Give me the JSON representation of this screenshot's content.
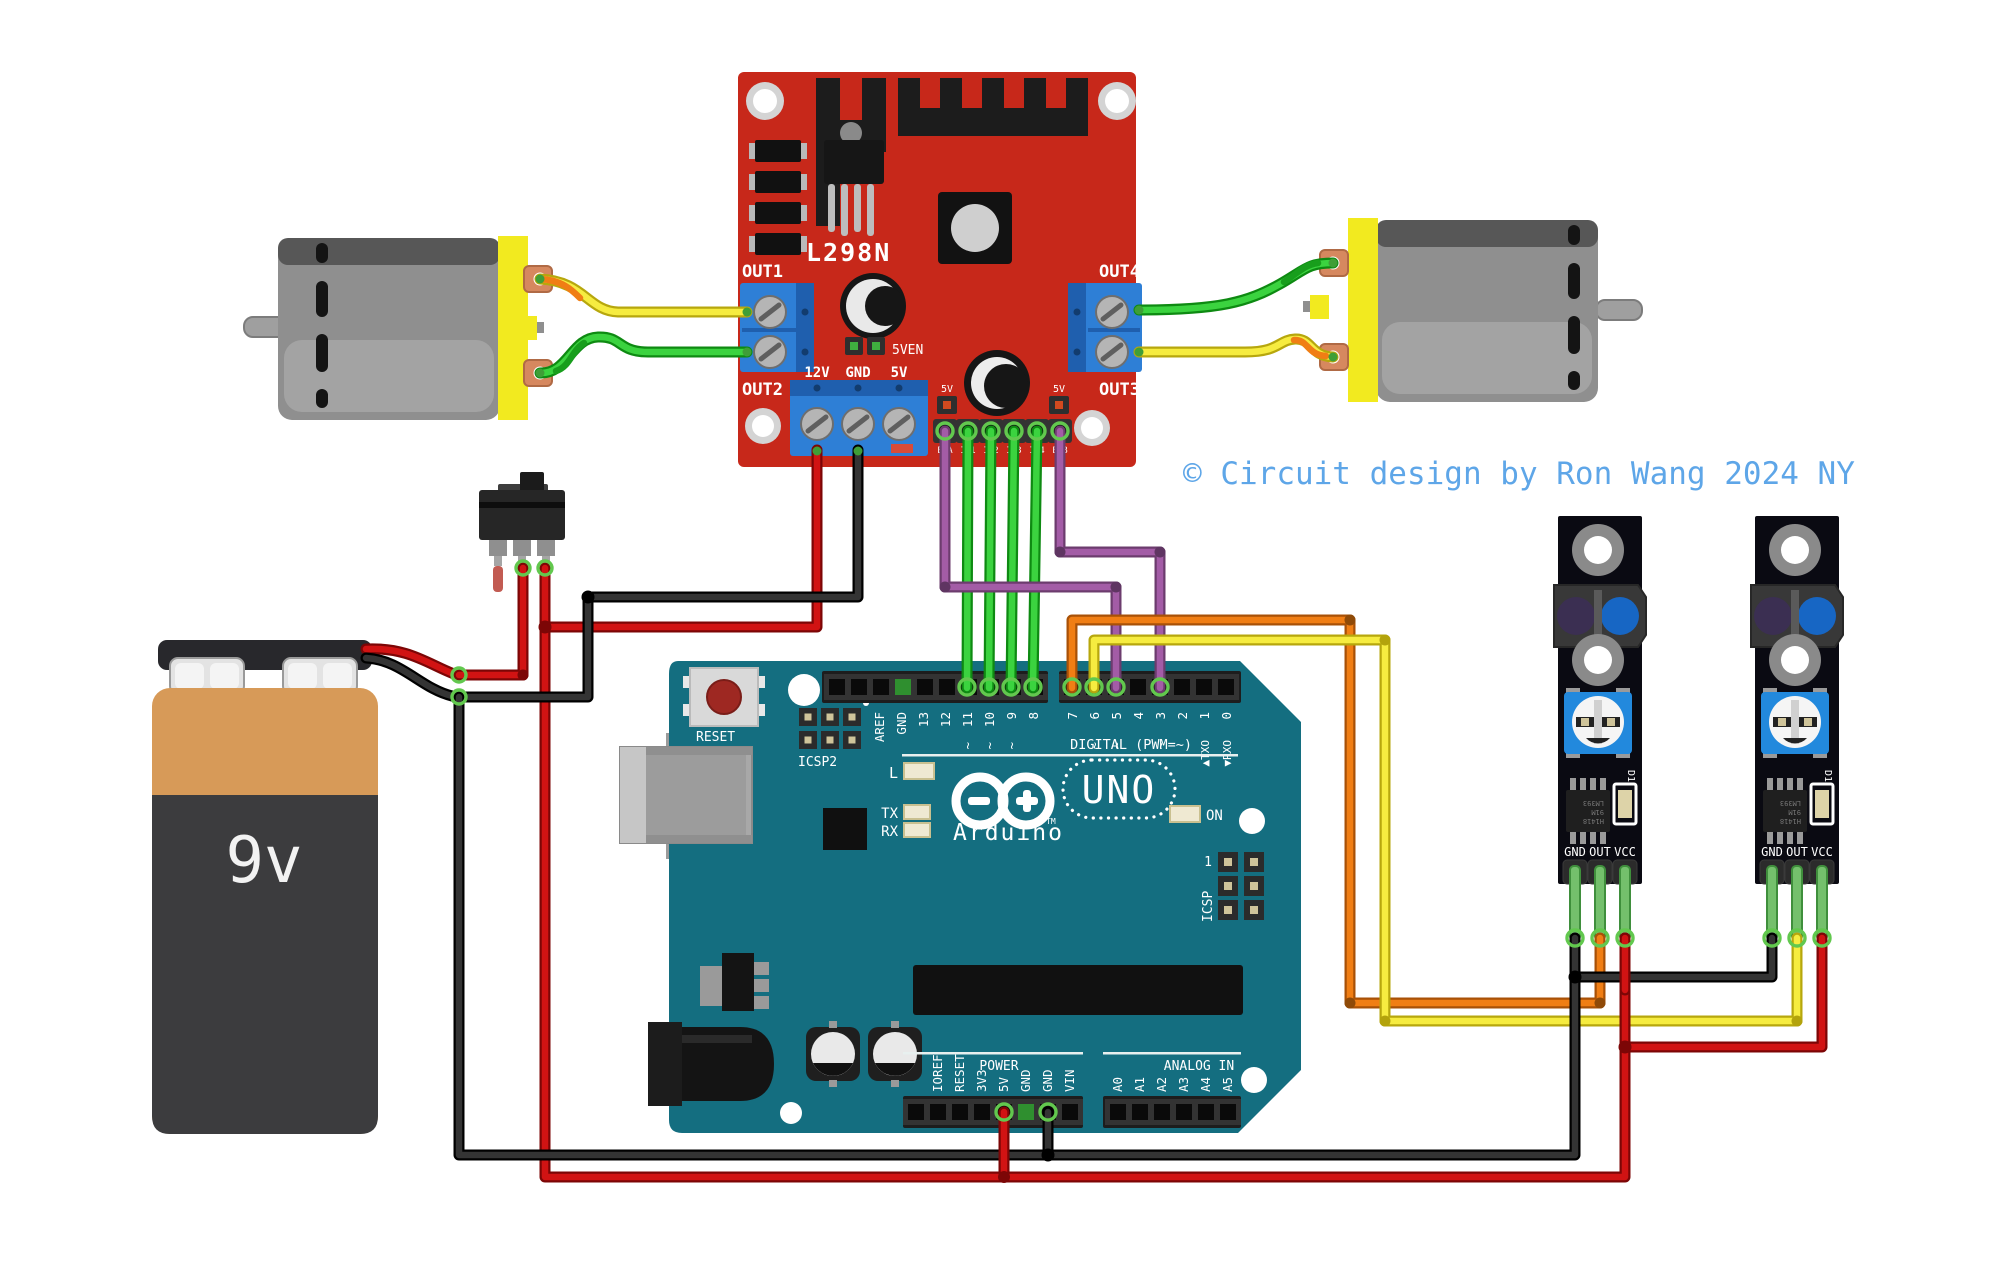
{
  "copyright": {
    "text": "© Circuit design by Ron Wang 2024 NY",
    "color": "#5ea6e8"
  },
  "l298n": {
    "label": "L298N",
    "out1": "OUT1",
    "out2": "OUT2",
    "out3": "OUT3",
    "out4": "OUT4",
    "power": [
      "12V",
      "GND",
      "5V"
    ],
    "jumper": "5VEN",
    "en5v": [
      "5V",
      "5V"
    ],
    "pins": [
      "ENA",
      "IN1",
      "IN2",
      "IN3",
      "IN4",
      "ENB"
    ]
  },
  "arduino": {
    "brand": "Arduino",
    "tm": "TM",
    "model": "UNO",
    "reset": "RESET",
    "icsp2": "ICSP2",
    "icsp": "ICSP",
    "icsp1": "1",
    "digital_label": "DIGITAL (PWM=~)",
    "power_label": "POWER",
    "analog_label": "ANALOG IN",
    "led_l": "L",
    "led_tx": "TX",
    "led_rx": "RX",
    "led_on": "ON",
    "dleft": [
      "AREF",
      "GND",
      "13",
      "12",
      "11",
      "10",
      "9",
      "8"
    ],
    "dright": [
      "7",
      "6",
      "5",
      "4",
      "3",
      "2",
      "1",
      "0"
    ],
    "pwm": "~",
    "serial": [
      "▲TXO",
      "▼RXO"
    ],
    "pleft": [
      "IOREF",
      "RESET",
      "3V3",
      "5V",
      "GND",
      "GND",
      "VIN"
    ],
    "analog": [
      "A0",
      "A1",
      "A2",
      "A3",
      "A4",
      "A5"
    ]
  },
  "battery": {
    "label": "9v"
  },
  "sensors": {
    "pins": [
      "GND",
      "OUT",
      "VCC"
    ],
    "led": "D1",
    "ic": [
      "H1418",
      "91M",
      "LM393"
    ]
  },
  "colors": {
    "arduino_teal": "#146e80",
    "pcb_red": "#c7281a",
    "terminal_blue": "#2e7fd6",
    "wire_green": "#3bd33f",
    "wire_yellow": "#f6ec40",
    "wire_orange": "#f07e14",
    "wire_purple": "#a35ca6",
    "wire_red": "#d11313",
    "wire_black": "#343434",
    "copyright_blue": "#5ea6e8",
    "battery_orange": "#d79a58",
    "motor_yellow": "#f2ea1f"
  }
}
